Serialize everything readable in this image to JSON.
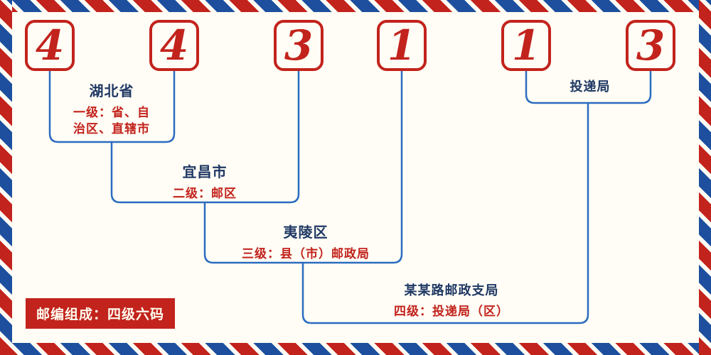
{
  "postal_code": {
    "digits": [
      "4",
      "4",
      "3",
      "1",
      "1",
      "3"
    ]
  },
  "labels": {
    "level1": {
      "name": "湖北省",
      "desc1": "一级：省、自",
      "desc2": "治区、直辖市"
    },
    "level2": {
      "name": "宜昌市",
      "desc": "二级：邮区"
    },
    "level3": {
      "name": "夷陵区",
      "desc": "三级：县（市）邮政局"
    },
    "level4": {
      "name": "某某路邮政支局",
      "desc": "四级：投递局（区）"
    },
    "delivery": {
      "name": "投递局"
    }
  },
  "footer": {
    "composition": "邮编组成：四级六码"
  },
  "colors": {
    "red": "#c2231c",
    "line_blue": "#2a6cc0",
    "navy": "#1f3864",
    "background": "#fffdf5"
  }
}
